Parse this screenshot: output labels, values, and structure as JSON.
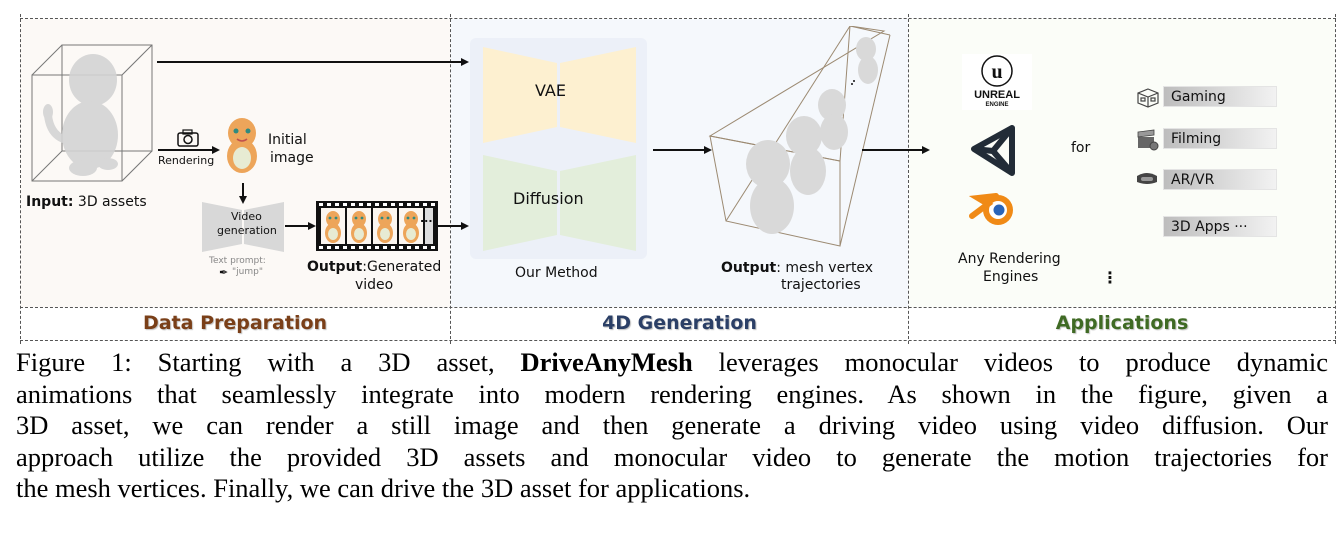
{
  "figure": {
    "sections": {
      "data_preparation": {
        "title": "Data Preparation",
        "color": "#7a3f18",
        "input_bold": "Input:",
        "input_label": "3D assets",
        "rendering_label": "Rendering",
        "initial_image_line1": "Initial",
        "initial_image_line2": "image",
        "video_gen_line1": "Video",
        "video_gen_line2": "generation",
        "text_prompt_line1": "Text prompt:",
        "text_prompt_line2": "\"jump\"",
        "output_bold": "Output",
        "output_label_line1": ":Generated",
        "output_label_line2": "video",
        "film_ellipsis": "..."
      },
      "generation_4d": {
        "title": "4D Generation",
        "color": "#2b3f66",
        "vae_label": "VAE",
        "diffusion_label": "Diffusion",
        "method_label": "Our Method",
        "output_bold": "Output",
        "output_label_line1": ": mesh vertex",
        "output_label_line2": "trajectories",
        "vae_color": "#fdf0d0",
        "diffusion_color": "#e3eedb"
      },
      "applications": {
        "title": "Applications",
        "color": "#3f6a24",
        "engine_logos": [
          {
            "name": "unreal-engine-logo",
            "text_top": "UNREAL",
            "text_bottom": "ENGINE"
          },
          {
            "name": "unity-logo"
          },
          {
            "name": "blender-logo"
          }
        ],
        "engines_label_line1": "Any Rendering",
        "engines_label_line2": "Engines",
        "for_label": "for",
        "vertical_ellipsis": "⋮",
        "apps": [
          {
            "label": "Gaming",
            "icon": "game-cube-icon"
          },
          {
            "label": "Filming",
            "icon": "clapperboard-icon"
          },
          {
            "label": "AR/VR",
            "icon": "vr-headset-icon"
          },
          {
            "label": "3D Apps ···",
            "icon": ""
          }
        ]
      }
    }
  },
  "caption": {
    "prefix": "Figure 1: Starting with a 3D asset, ",
    "bold_name": "DriveAnyMesh",
    "line1_rest": " leverages monocular videos to produce dynamic",
    "line2": "animations that seamlessly integrate into modern rendering engines. As shown in the figure, given a",
    "line3": "3D asset, we can render a still image and then generate a driving video using video diffusion. Our",
    "line4": "approach utilize the provided 3D assets and monocular video to generate the motion trajectories for",
    "line5": "the mesh vertices. Finally, we can drive the 3D asset for applications."
  }
}
